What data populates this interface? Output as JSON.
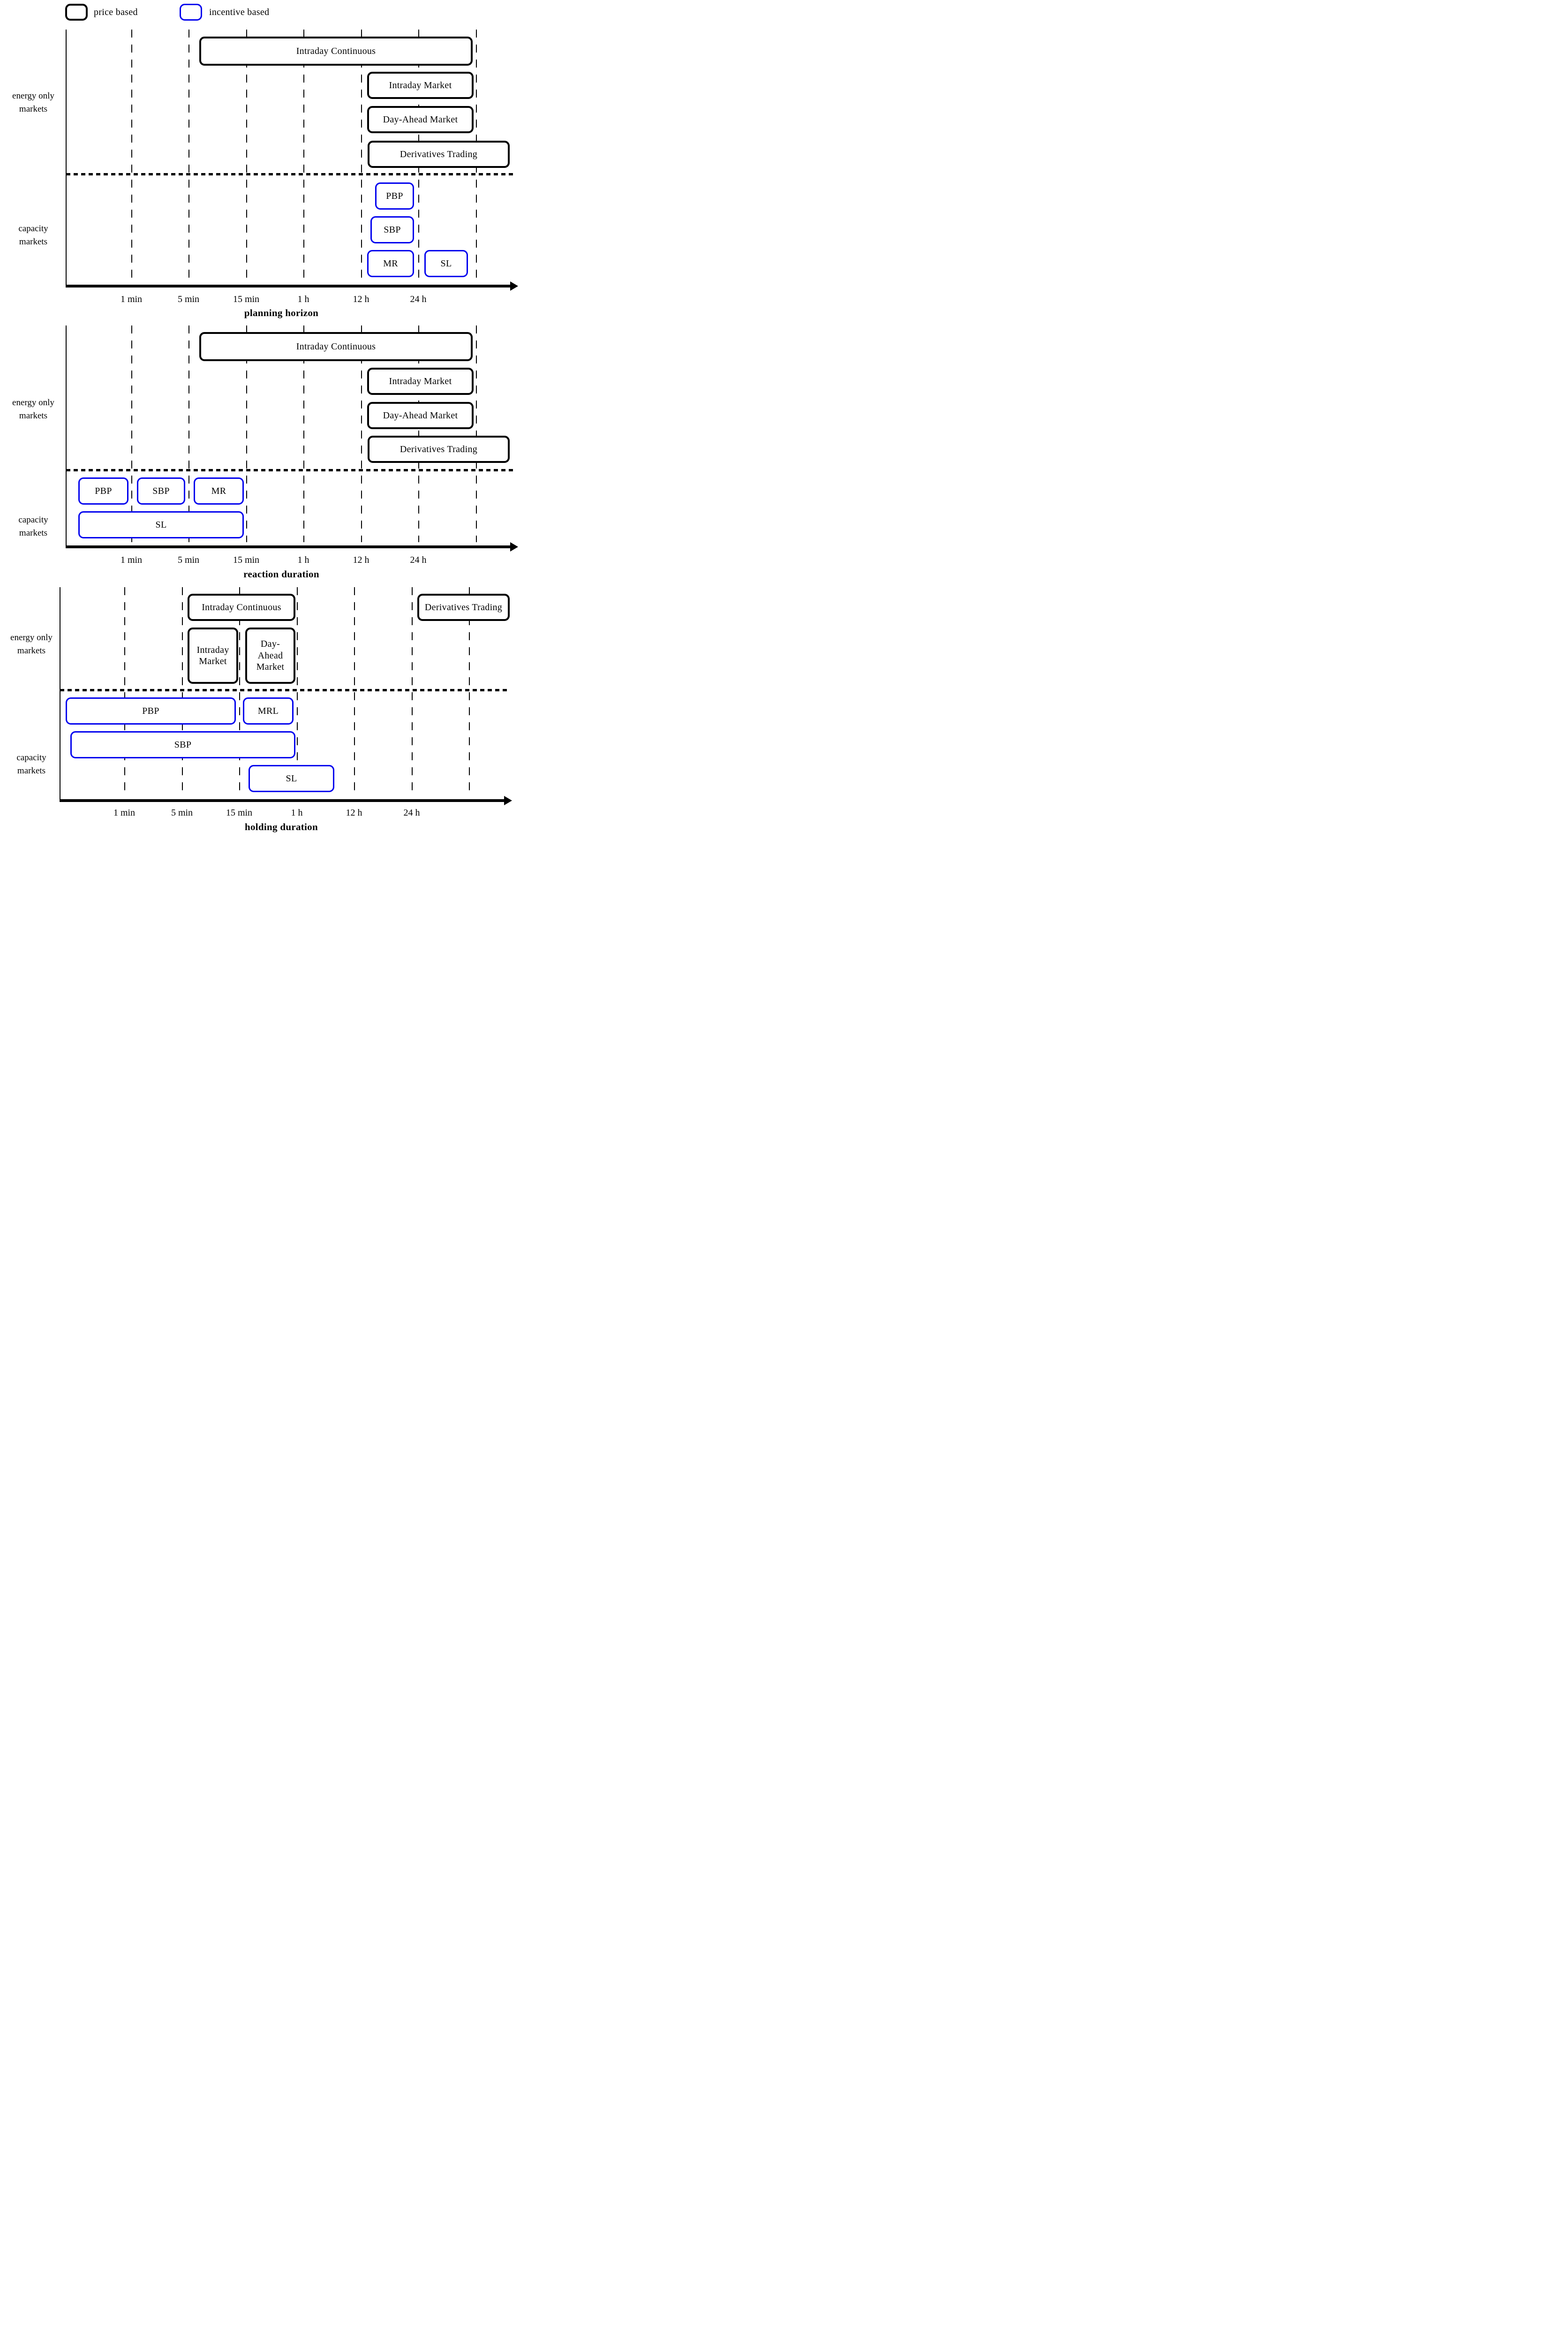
{
  "figure": {
    "colors": {
      "price": "#000000",
      "incentive": "#0000ee"
    },
    "legend": [
      {
        "label": "price based",
        "type": "price"
      },
      {
        "label": "incentive based",
        "type": "incentive"
      }
    ],
    "row_labels": {
      "energy_line1": "energy only",
      "energy_line2": "markets",
      "capacity_line1": "capacity",
      "capacity_line2": "markets"
    },
    "ticks": [
      "1 min",
      "5 min",
      "15 min",
      "1 h",
      "12 h",
      "24 h"
    ],
    "charts": [
      {
        "title": "planning horizon",
        "boxes": [
          {
            "label": "Intraday Continuous",
            "type": "price"
          },
          {
            "label": "Intraday Market",
            "type": "price"
          },
          {
            "label": "Day-Ahead Market",
            "type": "price"
          },
          {
            "label": "Derivatives Trading",
            "type": "price"
          },
          {
            "label": "PBP",
            "type": "incentive"
          },
          {
            "label": "SBP",
            "type": "incentive"
          },
          {
            "label": "MR",
            "type": "incentive"
          },
          {
            "label": "SL",
            "type": "incentive"
          }
        ]
      },
      {
        "title": "reaction duration",
        "boxes": [
          {
            "label": "Intraday Continuous",
            "type": "price"
          },
          {
            "label": "Intraday Market",
            "type": "price"
          },
          {
            "label": "Day-Ahead Market",
            "type": "price"
          },
          {
            "label": "Derivatives Trading",
            "type": "price"
          },
          {
            "label": "PBP",
            "type": "incentive"
          },
          {
            "label": "SBP",
            "type": "incentive"
          },
          {
            "label": "MR",
            "type": "incentive"
          },
          {
            "label": "SL",
            "type": "incentive"
          }
        ]
      },
      {
        "title": "holding duration",
        "boxes": [
          {
            "label": "Intraday Continuous",
            "type": "price"
          },
          {
            "label": "Derivatives Trading",
            "type": "price"
          },
          {
            "label": "Intraday Market",
            "type": "price"
          },
          {
            "label": "Day-Ahead Market",
            "type": "price"
          },
          {
            "label": "PBP",
            "type": "incentive"
          },
          {
            "label": "MRL",
            "type": "incentive"
          },
          {
            "label": "SBP",
            "type": "incentive"
          },
          {
            "label": "SL",
            "type": "incentive"
          }
        ]
      }
    ]
  },
  "chart_data": [
    {
      "type": "bar",
      "orientation": "horizontal-ranges",
      "title": "planning horizon",
      "x_axis_ticks": [
        "1 min",
        "5 min",
        "15 min",
        "1 h",
        "12 h",
        "24 h"
      ],
      "groups": [
        "energy only markets",
        "capacity markets"
      ],
      "legend": [
        "price based",
        "incentive based"
      ],
      "bars": [
        {
          "label": "Intraday Continuous",
          "group": "energy only markets",
          "style": "price based",
          "from": "~5 min",
          "to": ">24 h"
        },
        {
          "label": "Intraday Market",
          "group": "energy only markets",
          "style": "price based",
          "from": "12 h",
          "to": ">24 h"
        },
        {
          "label": "Day-Ahead Market",
          "group": "energy only markets",
          "style": "price based",
          "from": "12 h",
          "to": ">24 h"
        },
        {
          "label": "Derivatives Trading",
          "group": "energy only markets",
          "style": "price based",
          "from": "12 h",
          "to": ">>24 h"
        },
        {
          "label": "PBP",
          "group": "capacity markets",
          "style": "incentive based",
          "from": "12 h",
          "to": "24 h"
        },
        {
          "label": "SBP",
          "group": "capacity markets",
          "style": "incentive based",
          "from": "12 h",
          "to": "24 h"
        },
        {
          "label": "MR",
          "group": "capacity markets",
          "style": "incentive based",
          "from": "12 h",
          "to": "24 h"
        },
        {
          "label": "SL",
          "group": "capacity markets",
          "style": "incentive based",
          "from": "24 h",
          "to": ">24 h"
        }
      ]
    },
    {
      "type": "bar",
      "orientation": "horizontal-ranges",
      "title": "reaction duration",
      "x_axis_ticks": [
        "1 min",
        "5 min",
        "15 min",
        "1 h",
        "12 h",
        "24 h"
      ],
      "groups": [
        "energy only markets",
        "capacity markets"
      ],
      "legend": [
        "price based",
        "incentive based"
      ],
      "bars": [
        {
          "label": "Intraday Continuous",
          "group": "energy only markets",
          "style": "price based",
          "from": "~5 min",
          "to": ">24 h"
        },
        {
          "label": "Intraday Market",
          "group": "energy only markets",
          "style": "price based",
          "from": "12 h",
          "to": ">24 h"
        },
        {
          "label": "Day-Ahead Market",
          "group": "energy only markets",
          "style": "price based",
          "from": "12 h",
          "to": ">24 h"
        },
        {
          "label": "Derivatives Trading",
          "group": "energy only markets",
          "style": "price based",
          "from": "12 h",
          "to": ">>24 h"
        },
        {
          "label": "PBP",
          "group": "capacity markets",
          "style": "incentive based",
          "from": "0",
          "to": "1 min"
        },
        {
          "label": "SBP",
          "group": "capacity markets",
          "style": "incentive based",
          "from": "1 min",
          "to": "5 min"
        },
        {
          "label": "MR",
          "group": "capacity markets",
          "style": "incentive based",
          "from": "5 min",
          "to": "15 min"
        },
        {
          "label": "SL",
          "group": "capacity markets",
          "style": "incentive based",
          "from": "0",
          "to": "15 min"
        }
      ]
    },
    {
      "type": "bar",
      "orientation": "horizontal-ranges",
      "title": "holding duration",
      "x_axis_ticks": [
        "1 min",
        "5 min",
        "15 min",
        "1 h",
        "12 h",
        "24 h"
      ],
      "groups": [
        "energy only markets",
        "capacity markets"
      ],
      "legend": [
        "price based",
        "incentive based"
      ],
      "bars": [
        {
          "label": "Intraday Continuous",
          "group": "energy only markets",
          "style": "price based",
          "from": "5 min",
          "to": "1 h"
        },
        {
          "label": "Derivatives Trading",
          "group": "energy only markets",
          "style": "price based",
          "from": ">24 h",
          "to": ">>24 h"
        },
        {
          "label": "Intraday Market",
          "group": "energy only markets",
          "style": "price based",
          "from": "5 min",
          "to": "15 min"
        },
        {
          "label": "Day-Ahead Market",
          "group": "energy only markets",
          "style": "price based",
          "from": "15 min",
          "to": "1 h"
        },
        {
          "label": "PBP",
          "group": "capacity markets",
          "style": "incentive based",
          "from": "0",
          "to": "15 min"
        },
        {
          "label": "MRL",
          "group": "capacity markets",
          "style": "incentive based",
          "from": "15 min",
          "to": "1 h"
        },
        {
          "label": "SBP",
          "group": "capacity markets",
          "style": "incentive based",
          "from": "0",
          "to": "1 h"
        },
        {
          "label": "SL",
          "group": "capacity markets",
          "style": "incentive based",
          "from": "15 min",
          "to": "~2 h"
        }
      ]
    }
  ]
}
